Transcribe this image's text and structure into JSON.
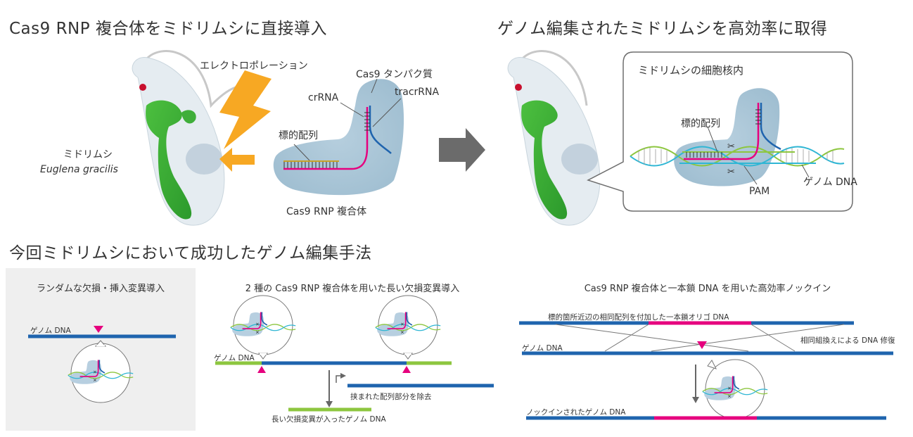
{
  "titles": {
    "left": "Cas9 RNP 複合体をミドリムシに直接導入",
    "right": "ゲノム編集されたミドリムシを高効率に取得",
    "methods": "今回ミドリムシにおいて成功したゲノム編集手法"
  },
  "top_left": {
    "electroporation": "エレクトロポレーション",
    "euglena_jp": "ミドリムシ",
    "euglena_latin": "Euglena gracilis",
    "cas9_protein": "Cas9 タンパク質",
    "crrna": "crRNA",
    "tracrrna": "tracrRNA",
    "target_seq": "標的配列",
    "rnp_complex": "Cas9 RNP 複合体"
  },
  "top_right": {
    "nucleus": "ミドリムシの細胞核内",
    "target_seq": "標的配列",
    "pam": "PAM",
    "genome_dna": "ゲノム DNA"
  },
  "panel1": {
    "title": "ランダムな欠損・挿入変異導入",
    "genome_dna": "ゲノム DNA"
  },
  "panel2": {
    "title": "2 種の Cas9 RNP 複合体を用いた長い欠損変異導入",
    "genome_dna": "ゲノム DNA",
    "removed": "挟まれた配列部分を除去",
    "result": "長い欠損変異が入ったゲノム DNA"
  },
  "panel3": {
    "title": "Cas9 RNP 複合体と一本鎖 DNA を用いた高効率ノックイン",
    "oligo": "標的箇所近辺の相同配列を付加した一本鎖オリゴ DNA",
    "genome_dna": "ゲノム DNA",
    "hr": "相同組換えによる DNA 修復",
    "knockin": "ノックインされたゲノム DNA"
  },
  "colors": {
    "dna_blue": "#1f64ae",
    "green": "#8dc63f",
    "magenta": "#e6007e",
    "euglena": "#3fae3a",
    "bolt": "#f7a823",
    "panel_bg": "#efefef"
  }
}
